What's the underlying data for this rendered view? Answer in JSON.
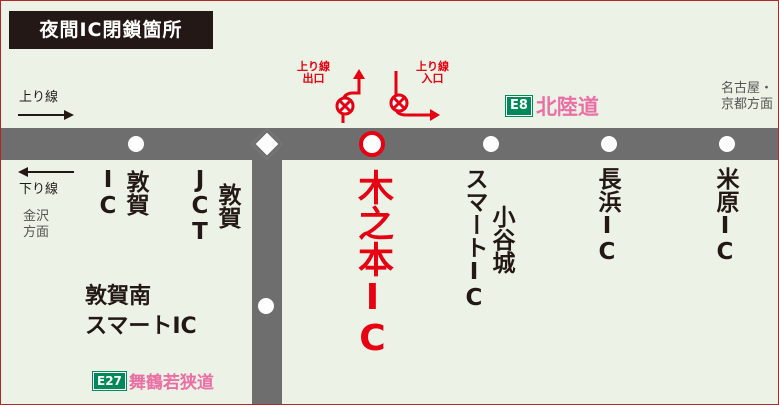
{
  "title": "夜間IC閉鎖箇所",
  "directions": {
    "up_label": "上り線",
    "down_label": "下り線",
    "west_destination": "金沢\n方面",
    "east_destination": "名古屋・\n京都方面"
  },
  "routes": {
    "hokuriku": {
      "badge": "E8",
      "name": "北陸道"
    },
    "maizuru": {
      "badge": "E27",
      "name": "舞鶴若狭道"
    }
  },
  "ramps": {
    "up_exit": "上り線\n出口",
    "up_entrance": "上り線\n入口"
  },
  "interchanges": [
    {
      "label": "敦賀IC"
    },
    {
      "label": "敦賀JCT"
    },
    {
      "label": "木之本IC",
      "closed": true
    },
    {
      "label": "小谷城スマートIC"
    },
    {
      "label": "長浜IC"
    },
    {
      "label": "米原IC"
    },
    {
      "label": "敦賀南スマートIC"
    }
  ],
  "display": {
    "tsuruga_ic_col1": "IC",
    "tsuruga_ic_col2": "敦賀",
    "tsuruga_jct_col1": "JCT",
    "tsuruga_jct_col2": "敦賀",
    "kinomoto": "木之本IC",
    "odanijo_col1": "スマートIC",
    "odanijo_col2": "小谷城",
    "nagahama": "長浜IC",
    "maibara": "米原IC",
    "tsuruga_minami_line1": "敦賀南",
    "tsuruga_minami_line2": "スマートIC"
  },
  "colors": {
    "closure": "#e60012",
    "road": "#6e6e6e",
    "background": "#ecf3e6",
    "route_badge": "#008a5a",
    "route_name": "#ea6fa5"
  }
}
